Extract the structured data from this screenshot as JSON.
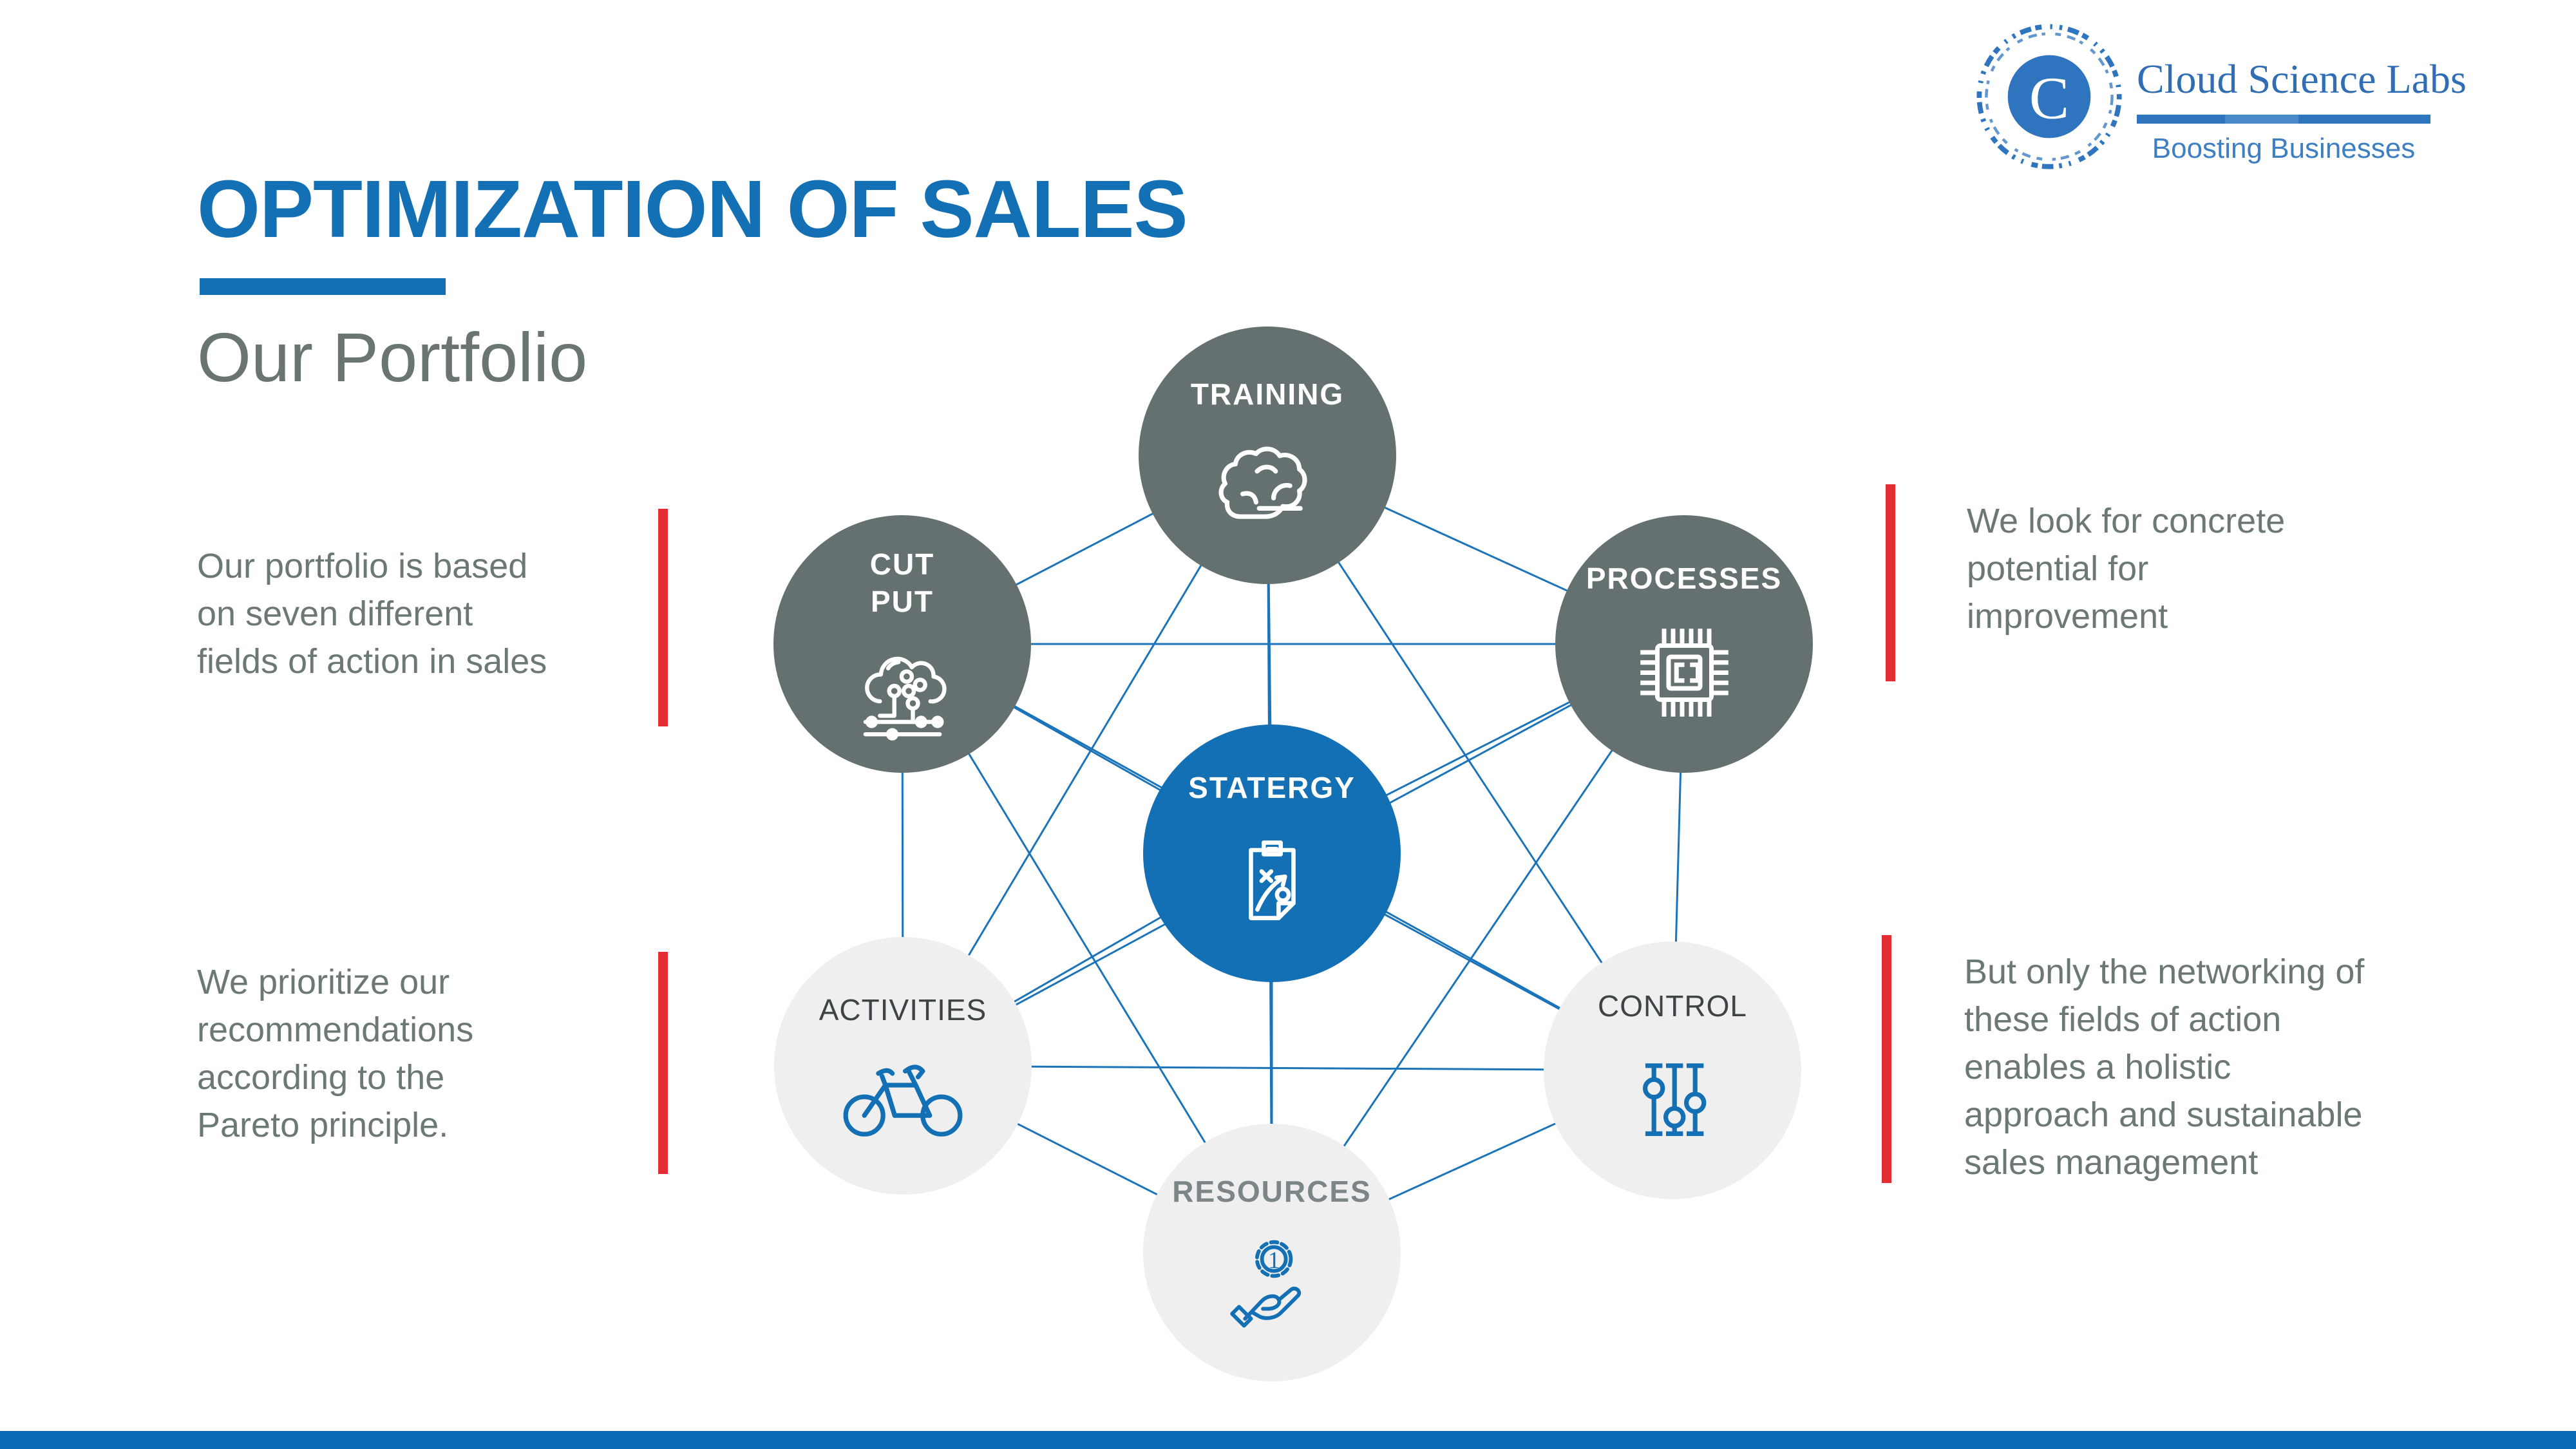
{
  "header": {
    "title": "OPTIMIZATION OF SALES",
    "subtitle": "Our Portfolio"
  },
  "logo": {
    "name": "Cloud Science Labs",
    "tagline": "Boosting Businesses",
    "monogram": "C"
  },
  "paragraphs": {
    "left_top": {
      "text": "Our portfolio is based on seven different fields of action in sales",
      "lines": [
        "Our portfolio is based",
        "on seven different",
        "fields of action in sales"
      ]
    },
    "left_bottom": {
      "text": "We prioritize our recommendations according to the Pareto principle.",
      "lines": [
        "We prioritize our",
        "recommendations",
        "according to the",
        "Pareto principle."
      ]
    },
    "right_top": {
      "text": "We look for concrete potential for improvement",
      "lines": [
        "We look for concrete",
        "potential for",
        "improvement"
      ]
    },
    "right_bottom": {
      "text": "But only the networking of these fields of action enables a holistic approach and sustainable sales management",
      "lines": [
        "But only the networking of",
        "these fields of action",
        "enables a holistic",
        "approach and sustainable",
        "sales management"
      ]
    }
  },
  "nodes": [
    {
      "id": "training",
      "label": "TRAINING",
      "icon": "brain-icon",
      "style": "dark"
    },
    {
      "id": "cutput",
      "label": "CUT PUT",
      "lines": [
        "CUT",
        "PUT"
      ],
      "icon": "cloud-circuit-icon",
      "style": "dark"
    },
    {
      "id": "processes",
      "label": "PROCESSES",
      "icon": "chip-icon",
      "style": "dark"
    },
    {
      "id": "stategy",
      "label": "STATERGY",
      "icon": "strategy-clipboard-icon",
      "style": "primary"
    },
    {
      "id": "activities",
      "label": "ACTIVITIES",
      "icon": "bicycle-icon",
      "style": "light"
    },
    {
      "id": "control",
      "label": "CONTROL",
      "icon": "sliders-icon",
      "style": "light"
    },
    {
      "id": "resources",
      "label": "RESOURCES",
      "icon": "coin-hand-icon",
      "style": "light"
    }
  ],
  "colors": {
    "accent_blue": "#1370B4",
    "dark_circle": "#657170",
    "light_circle": "#EFEFEF",
    "line_blue": "#1B74BA",
    "red_bar": "#E12D33",
    "text_gray": "#6B7876",
    "footer_blue": "#0A69B4",
    "logo_blue": "#2F74BE"
  }
}
